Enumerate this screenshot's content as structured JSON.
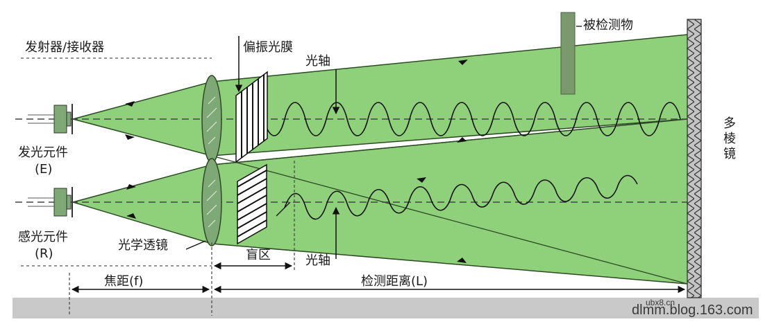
{
  "labels": {
    "emitter_receiver": "发射器/接收器",
    "polarizer": "偏振光膜",
    "optical_axis_top": "光轴",
    "optical_axis_bottom": "光轴",
    "object": "被检测物",
    "prism": "多棱镜",
    "emit_element": "发光元件",
    "emit_code": "(E)",
    "receive_element": "感光元件",
    "receive_code": "(R)",
    "optical_lens": "光学透镜",
    "blind_zone": "盲区",
    "focal_length": "焦距(f)",
    "detect_distance": "检测距离(L)"
  },
  "watermark": {
    "site": "ubx8.cn",
    "blog": "dlmm.blog.163.com"
  },
  "colors": {
    "beam": "#8fd17a",
    "beam_edge": "#2b4a22",
    "lens": "#7ea876",
    "object": "#7a9a6e",
    "prism": "#bdbdbd",
    "ground": "#c9c9c9"
  }
}
